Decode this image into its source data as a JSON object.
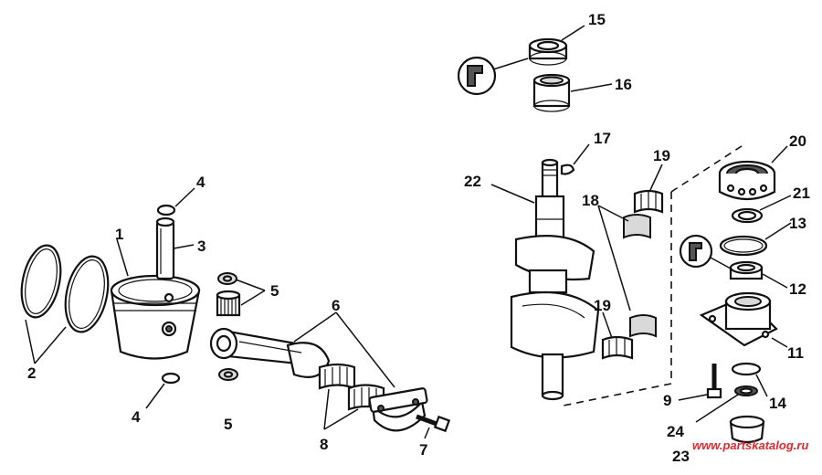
{
  "callouts": {
    "c1": "1",
    "c2": "2",
    "c3": "3",
    "c4a": "4",
    "c4b": "4",
    "c5a": "5",
    "c5b": "5",
    "c6": "6",
    "c7": "7",
    "c8": "8",
    "c9": "9",
    "c11": "11",
    "c12": "12",
    "c13": "13",
    "c14": "14",
    "c15": "15",
    "c16": "16",
    "c17": "17",
    "c18": "18",
    "c19a": "19",
    "c19b": "19",
    "c20": "20",
    "c21": "21",
    "c22": "22",
    "c23": "23",
    "c24": "24"
  },
  "watermark": "www.partskatalog.ru"
}
